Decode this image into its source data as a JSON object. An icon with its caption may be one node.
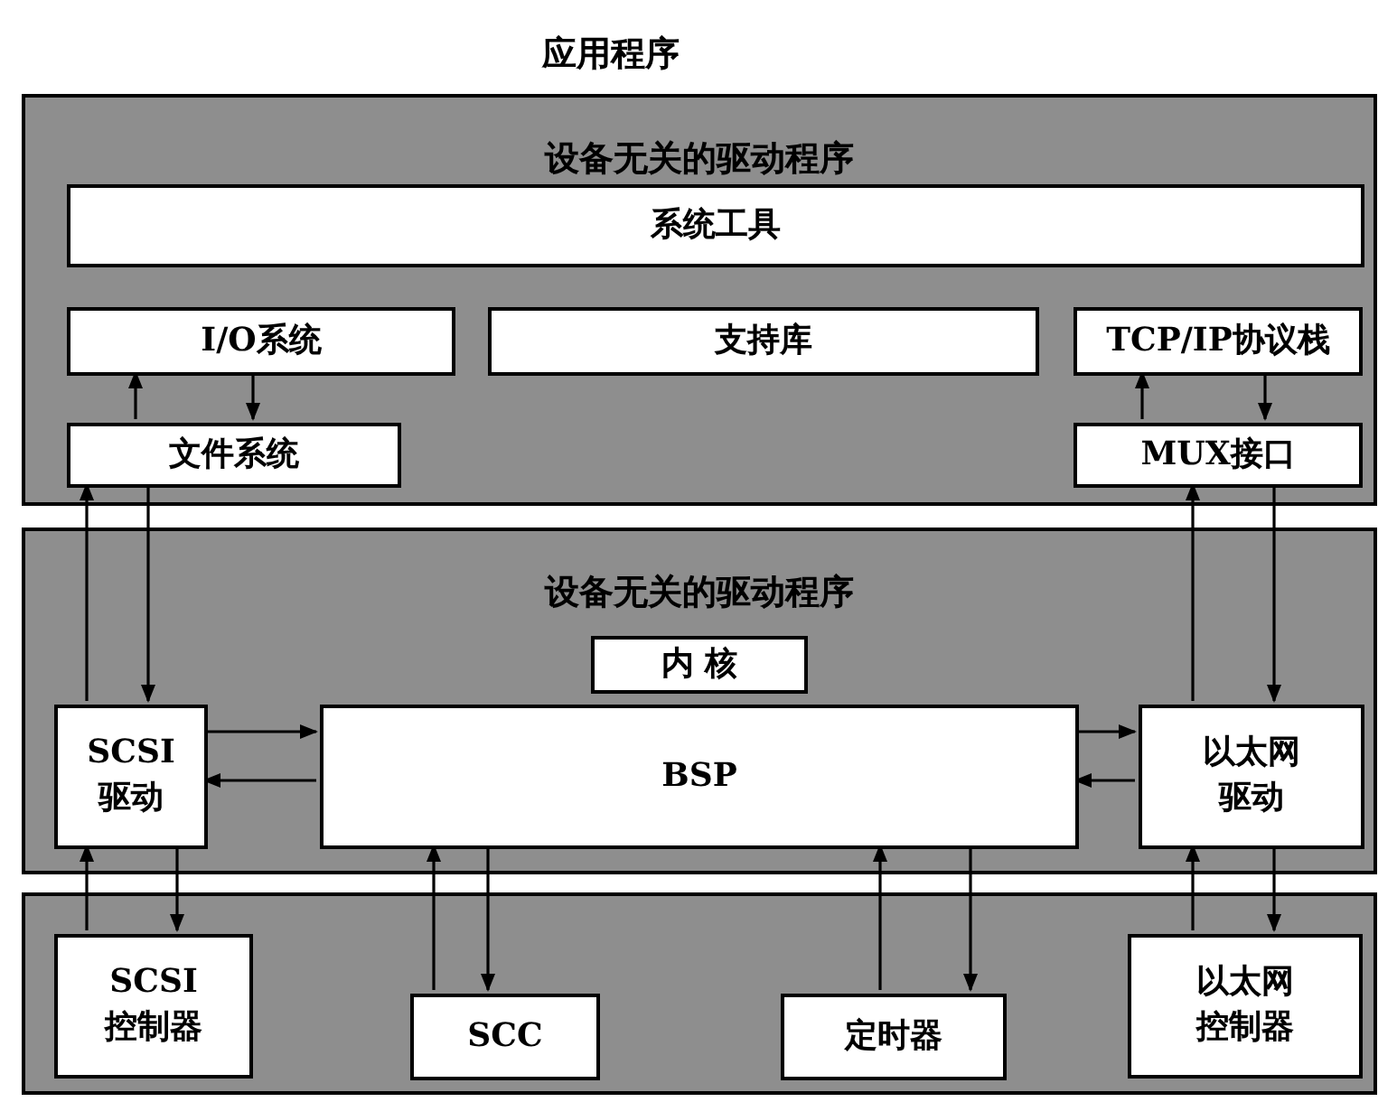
{
  "diagram": {
    "title": "应用程序",
    "nodes": [
      {
        "text": [
          "设备无关的驱动程序"
        ]
      },
      {
        "text": [
          "系统工具"
        ],
        "in": 0
      },
      {
        "text": [
          "I/O系统"
        ],
        "in": 0
      },
      {
        "text": [
          "支持库"
        ],
        "in": 0
      },
      {
        "text": [
          "TCP/IP协议栈"
        ],
        "in": 0
      },
      {
        "text": [
          "文件系统"
        ],
        "in": 0
      },
      {
        "text": [
          "MUX接口"
        ],
        "in": 0
      },
      {
        "text": [
          "设备无关的驱动程序"
        ]
      },
      {
        "text": [
          "内 核"
        ],
        "in": 7
      },
      {
        "text": [
          "SCSI 驱动"
        ],
        "in": 7
      },
      {
        "text": [
          "BSP"
        ],
        "in": 7
      },
      {
        "text": [
          "以太网驱动"
        ],
        "in": 7
      },
      {
        "text": [],
        "shape": "box"
      },
      {
        "text": [
          "SCSI 控制器"
        ],
        "in": 12
      },
      {
        "text": [
          "SCC"
        ],
        "in": 12
      },
      {
        "text": [
          "定时器"
        ],
        "in": 12
      },
      {
        "text": [
          "以太网控制器"
        ],
        "in": 12
      }
    ],
    "edges": [
      {
        "from": 5,
        "to": 2,
        "arrow": "to"
      },
      {
        "from": 2,
        "to": 5,
        "arrow": "to"
      },
      {
        "from": 9,
        "to": 5,
        "arrow": "to"
      },
      {
        "from": 5,
        "to": 9,
        "arrow": "to"
      },
      {
        "from": 9,
        "to": 10,
        "arrow": "to"
      },
      {
        "from": 10,
        "to": 9,
        "arrow": "to"
      },
      {
        "from": 10,
        "to": 11,
        "arrow": "to"
      },
      {
        "from": 11,
        "to": 10,
        "arrow": "to"
      },
      {
        "from": 6,
        "to": 4,
        "arrow": "to"
      },
      {
        "from": 4,
        "to": 6,
        "arrow": "to"
      },
      {
        "from": 11,
        "to": 6,
        "arrow": "to"
      },
      {
        "from": 6,
        "to": 11,
        "arrow": "to"
      },
      {
        "from": 13,
        "to": 9,
        "arrow": "to"
      },
      {
        "from": 9,
        "to": 13,
        "arrow": "to"
      },
      {
        "from": 14,
        "to": 10,
        "arrow": "to"
      },
      {
        "from": 10,
        "to": 14,
        "arrow": "to"
      },
      {
        "from": 15,
        "to": 10,
        "arrow": "to"
      },
      {
        "from": 10,
        "to": 15,
        "arrow": "to"
      },
      {
        "from": 16,
        "to": 11,
        "arrow": "to"
      },
      {
        "from": 11,
        "to": 16,
        "arrow": "to"
      }
    ]
  }
}
